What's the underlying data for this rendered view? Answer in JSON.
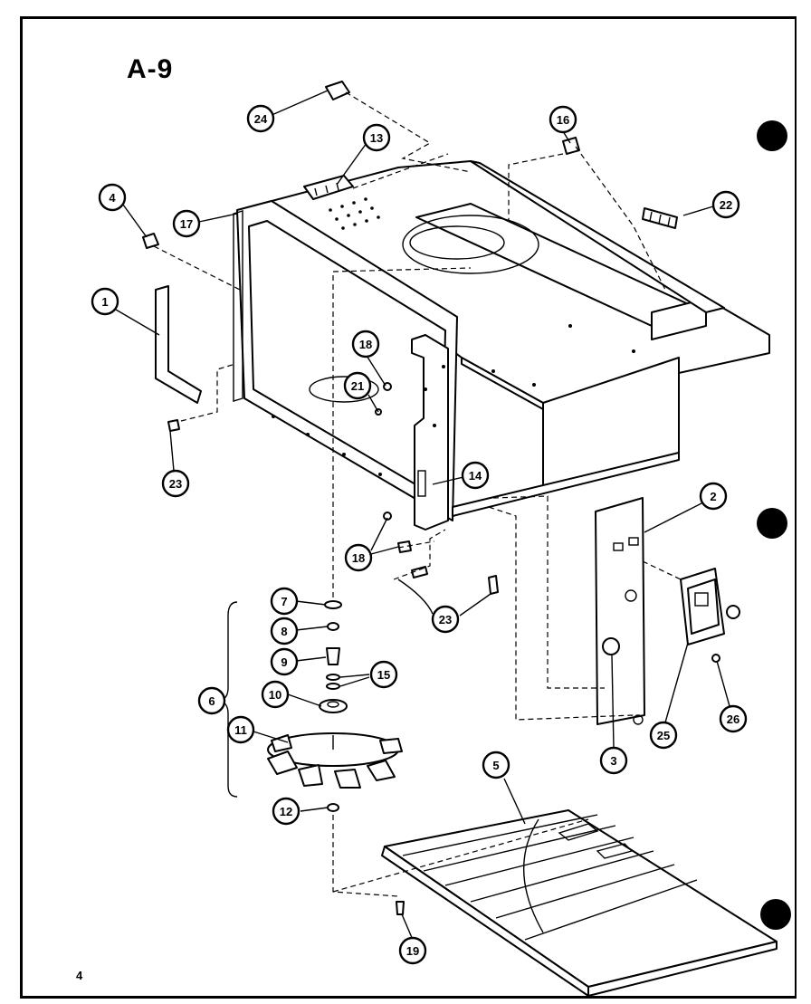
{
  "title": "A-9",
  "page_number": "4",
  "callouts": [
    {
      "id": "c1",
      "label": "1"
    },
    {
      "id": "c2",
      "label": "2"
    },
    {
      "id": "c3",
      "label": "3"
    },
    {
      "id": "c4",
      "label": "4"
    },
    {
      "id": "c5",
      "label": "5"
    },
    {
      "id": "c6",
      "label": "6"
    },
    {
      "id": "c7",
      "label": "7"
    },
    {
      "id": "c8",
      "label": "8"
    },
    {
      "id": "c9",
      "label": "9"
    },
    {
      "id": "c10",
      "label": "10"
    },
    {
      "id": "c11",
      "label": "11"
    },
    {
      "id": "c12",
      "label": "12"
    },
    {
      "id": "c13",
      "label": "13"
    },
    {
      "id": "c14",
      "label": "14"
    },
    {
      "id": "c15",
      "label": "15"
    },
    {
      "id": "c16",
      "label": "16"
    },
    {
      "id": "c17",
      "label": "17"
    },
    {
      "id": "c18a",
      "label": "18"
    },
    {
      "id": "c18b",
      "label": "18"
    },
    {
      "id": "c19",
      "label": "19"
    },
    {
      "id": "c21",
      "label": "21"
    },
    {
      "id": "c22",
      "label": "22"
    },
    {
      "id": "c23a",
      "label": "23"
    },
    {
      "id": "c23b",
      "label": "23"
    },
    {
      "id": "c24",
      "label": "24"
    },
    {
      "id": "c25",
      "label": "25"
    },
    {
      "id": "c26",
      "label": "26"
    }
  ]
}
